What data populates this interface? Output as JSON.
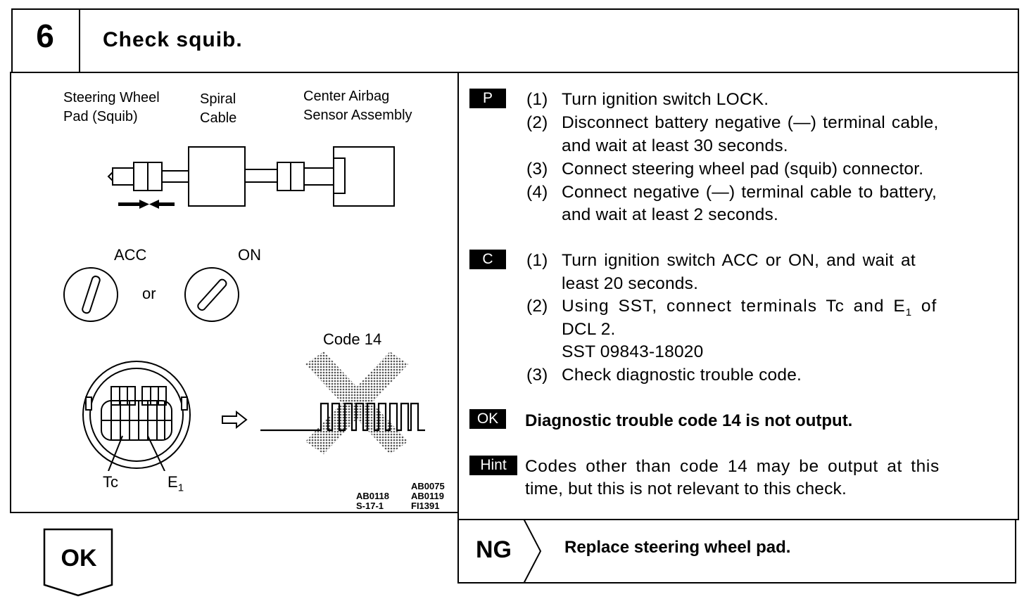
{
  "header": {
    "step_number": "6",
    "title": "Check squib."
  },
  "figure": {
    "label_pad": "Steering Wheel\nPad (Squib)",
    "label_spiral": "Spiral\nCable",
    "label_sensor": "Center Airbag\nSensor Assembly",
    "label_acc": "ACC",
    "label_on": "ON",
    "label_or": "or",
    "label_code": "Code 14",
    "label_tc": "Tc",
    "label_e1": "E",
    "label_e1_sub": "1",
    "ref_left": "AB0118\nS-17-1",
    "ref_right": "AB0075\nAB0119\nFI1391"
  },
  "procedure": {
    "p_tag": "P",
    "p_steps": [
      {
        "num": "(1)",
        "lines": [
          "Turn ignition switch LOCK."
        ]
      },
      {
        "num": "(2)",
        "lines": [
          "Disconnect battery negative (—) terminal cable,",
          "and wait at least 30 seconds."
        ]
      },
      {
        "num": "(3)",
        "lines": [
          "Connect steering wheel pad (squib) connector."
        ]
      },
      {
        "num": "(4)",
        "lines": [
          "Connect negative (—) terminal cable to battery,",
          "and wait at least 2 seconds."
        ]
      }
    ],
    "c_tag": "C",
    "c_steps": [
      {
        "num": "(1)",
        "lines": [
          "Turn ignition switch  ACC or ON, and wait at",
          "least 20 seconds."
        ]
      },
      {
        "num": "(2)",
        "lines": [
          "Using SST, connect terminals Tc and E",
          "DCL 2.",
          "SST 09843-18020"
        ],
        "sub": "1",
        "tail": " of"
      },
      {
        "num": "(3)",
        "lines": [
          "Check diagnostic trouble code."
        ]
      }
    ],
    "ok_tag": "OK",
    "ok_text": "Diagnostic trouble code 14 is not output.",
    "hint_tag": "Hint",
    "hint_lines": [
      "Codes other than code 14 may be output at this",
      "time, but this is not relevant to this check."
    ]
  },
  "result": {
    "ng_label": "NG",
    "ng_text": "Replace steering wheel pad.",
    "ok_label": "OK"
  }
}
